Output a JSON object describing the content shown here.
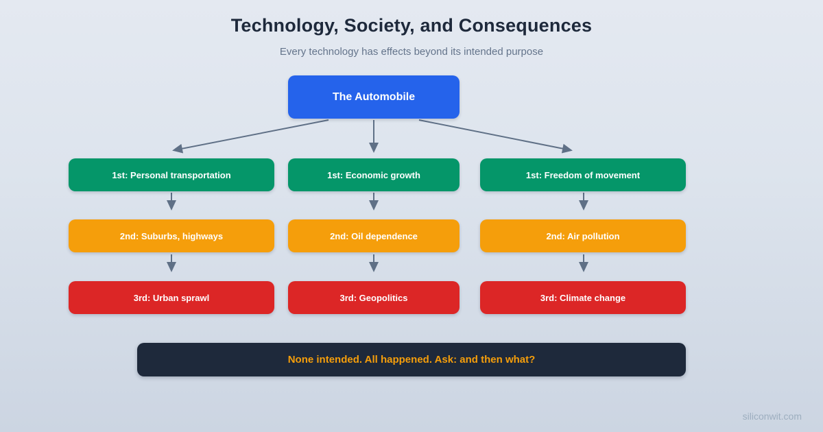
{
  "header": {
    "title": "Technology, Society, and Consequences",
    "subtitle": "Every technology has effects beyond its intended purpose"
  },
  "diagram": {
    "root": {
      "label": "The Automobile"
    },
    "columns": [
      {
        "first": "1st: Personal transportation",
        "second": "2nd: Suburbs, highways",
        "third": "3rd: Urban sprawl"
      },
      {
        "first": "1st: Economic growth",
        "second": "2nd: Oil dependence",
        "third": "3rd: Geopolitics"
      },
      {
        "first": "1st: Freedom of movement",
        "second": "2nd: Air pollution",
        "third": "3rd: Climate change"
      }
    ],
    "colors": {
      "root": "#2563eb",
      "first_order": "#059669",
      "second_order": "#f59e0b",
      "third_order": "#dc2626",
      "arrow": "#5f7086",
      "banner_bg": "#1e293b",
      "banner_text": "#f59e0b",
      "title_text": "#1e293b",
      "subtitle_text": "#64748b"
    }
  },
  "banner": {
    "text": "None intended. All happened. Ask: and then what?"
  },
  "footer": {
    "watermark": "siliconwit.com"
  }
}
